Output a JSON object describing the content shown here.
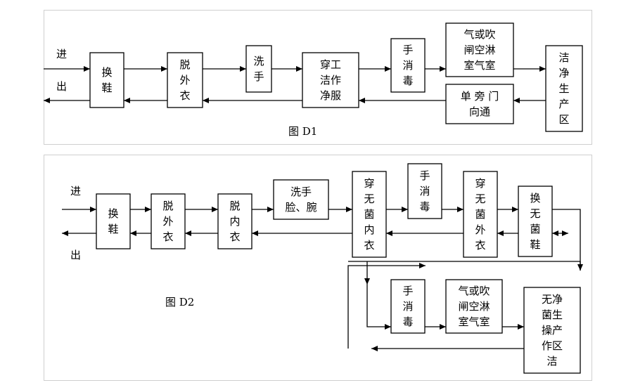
{
  "diagram1": {
    "caption": "图 D1",
    "in_label": "进",
    "out_label": "出",
    "nodes": [
      {
        "id": "d1-change-shoes",
        "lines": [
          "换",
          "鞋"
        ]
      },
      {
        "id": "d1-remove-outerwear",
        "lines": [
          "脱",
          "外",
          "衣"
        ]
      },
      {
        "id": "d1-wash-hands",
        "lines": [
          "洗",
          "手"
        ]
      },
      {
        "id": "d1-wear-clean-uniform",
        "lines": [
          "穿工",
          "洁作",
          "净服"
        ]
      },
      {
        "id": "d1-hand-disinfect",
        "lines": [
          "手",
          "消",
          "毒"
        ]
      },
      {
        "id": "d1-air-shower",
        "lines": [
          "气或吹",
          "闸空淋",
          "室气室"
        ]
      },
      {
        "id": "d1-one-way-door",
        "lines": [
          "单 旁 门",
          "向通"
        ]
      },
      {
        "id": "d1-clean-zone",
        "lines": [
          "洁",
          "净",
          "生",
          "产",
          "区"
        ]
      }
    ]
  },
  "diagram2": {
    "caption": "图 D2",
    "in_label": "进",
    "out_label": "出",
    "nodes": [
      {
        "id": "d2-change-shoes",
        "lines": [
          "换",
          "鞋"
        ]
      },
      {
        "id": "d2-remove-outerwear",
        "lines": [
          "脱",
          "外",
          "衣"
        ]
      },
      {
        "id": "d2-remove-underwear",
        "lines": [
          "脱",
          "内",
          "衣"
        ]
      },
      {
        "id": "d2-wash-hands-face",
        "lines": [
          "洗手",
          "脸、腕"
        ]
      },
      {
        "id": "d2-sterile-underwear",
        "lines": [
          "穿",
          "无",
          "菌",
          "内",
          "衣"
        ]
      },
      {
        "id": "d2-hand-disinfect-1",
        "lines": [
          "手",
          "消",
          "毒"
        ]
      },
      {
        "id": "d2-sterile-outerwear",
        "lines": [
          "穿",
          "无",
          "菌",
          "外",
          "衣"
        ]
      },
      {
        "id": "d2-sterile-shoes",
        "lines": [
          "换",
          "无",
          "菌",
          "鞋"
        ]
      },
      {
        "id": "d2-hand-disinfect-2",
        "lines": [
          "手",
          "消",
          "毒"
        ]
      },
      {
        "id": "d2-air-shower",
        "lines": [
          "气或吹",
          "闸空淋",
          "室气室"
        ]
      },
      {
        "id": "d2-sterile-zone",
        "lines": [
          "无净",
          "菌生",
          "操产",
          "作区",
          "洁"
        ]
      }
    ]
  }
}
